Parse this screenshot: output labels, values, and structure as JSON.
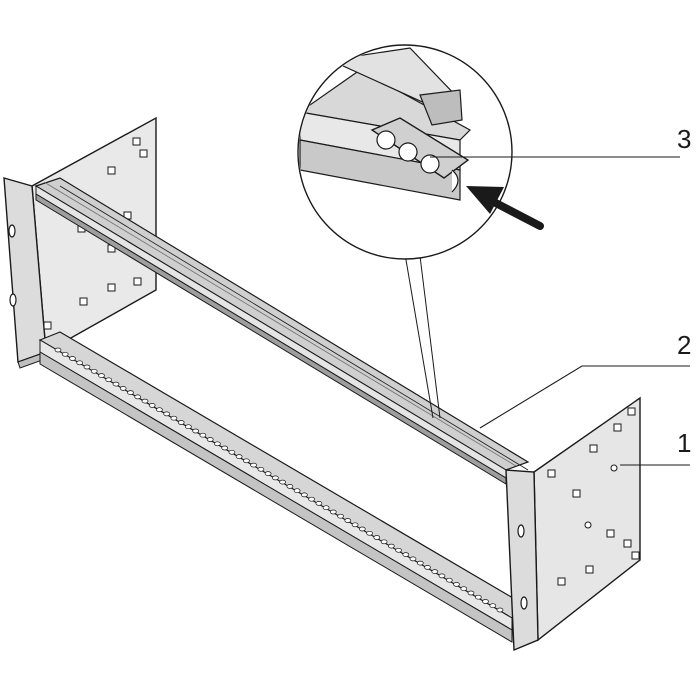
{
  "figure": {
    "callouts": [
      {
        "id": "1",
        "label": "1"
      },
      {
        "id": "2",
        "label": "2"
      },
      {
        "id": "3",
        "label": "3"
      }
    ],
    "detail_view": {
      "indicator": "arrow-icon"
    },
    "colors": {
      "outline": "#1a1a1a",
      "panel": "#e6e6e6",
      "panel_shade": "#cfcfcf",
      "rail": "#d4d4d4",
      "rail_dark": "#a9a9a9",
      "background": "#ffffff"
    }
  }
}
